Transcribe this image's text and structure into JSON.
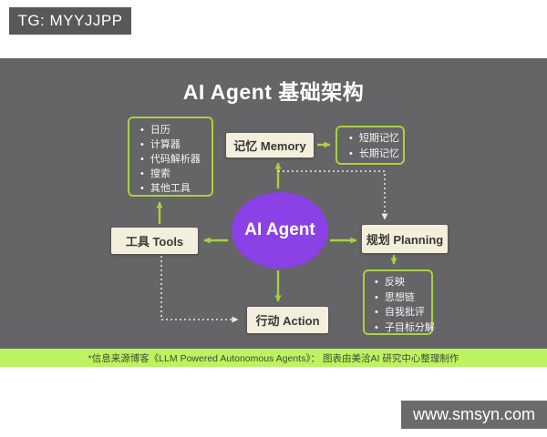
{
  "badges": {
    "tg": "TG: MYYJJPP",
    "site": "www.smsyn.com"
  },
  "diagram": {
    "title": "AI Agent 基础架构",
    "agent_label": "AI Agent",
    "memory_label": "记忆 Memory",
    "tools_label": "工具 Tools",
    "planning_label": "规划 Planning",
    "action_label": "行动 Action",
    "tool_items": [
      "日历",
      "计算器",
      "代码解析器",
      "搜索",
      "其他工具"
    ],
    "memory_items": [
      "短期记忆",
      "长期记忆"
    ],
    "planning_items": [
      "反映",
      "思想链",
      "自我批评",
      "子目标分解"
    ],
    "caption": "*信息来源博客《LLM Powered Autonomous Agents》： 图表由美洽AI 研究中心整理制作"
  },
  "colors": {
    "panel_bg": "#656466",
    "badge_gray": "#57585a",
    "site_badge_gray": "#6b6b6b",
    "accent_green": "#a9d23f",
    "caption_bar_green": "#bdf360",
    "node_bg": "#f4eedd",
    "node_text": "#3b382f",
    "agent_purple": "#8a41e6",
    "dotted_line": "#ececec"
  }
}
